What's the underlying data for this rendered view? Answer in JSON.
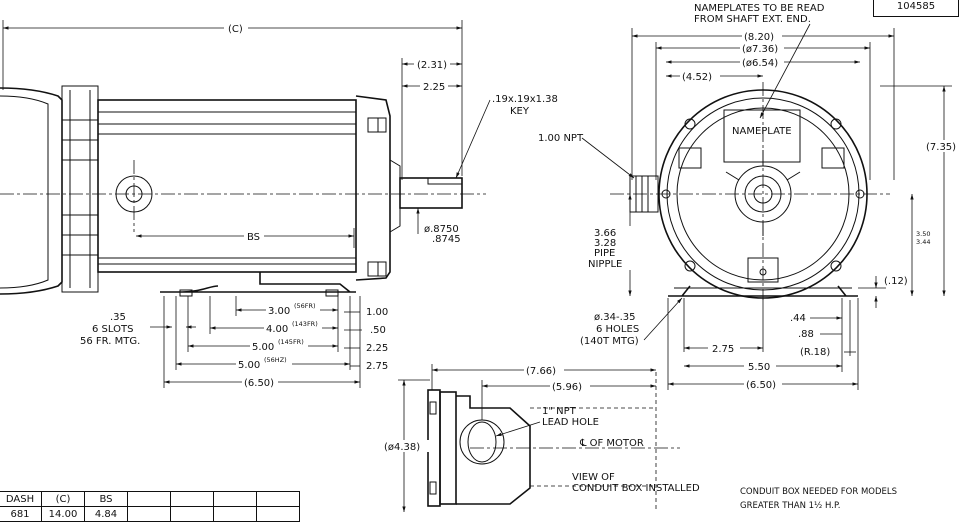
{
  "drawing_number": "104585",
  "side_view": {
    "overall_length": "(C)",
    "shaft_ext": "(2.31)",
    "shaft_len": "2.25",
    "key": ".19x.19x1.38",
    "key_word": "KEY",
    "shaft_dia_label": "ø.8750",
    "shaft_dia_label2": ".8745",
    "bs": "BS",
    "slots_1": ".35",
    "slots_2": "6 SLOTS",
    "slots_3": "56 FR. MTG.",
    "dim_300": "3.00",
    "dim_300_note": "(56FR)",
    "dim_400": "4.00",
    "dim_400_note": "(143FR)",
    "dim_500a": "5.00",
    "dim_500a_note": "(145FR)",
    "dim_500b": "5.00",
    "dim_500b_note": "(56HZ)",
    "dim_650": "(6.50)",
    "dim_100": "1.00",
    "dim_50": ".50",
    "dim_225": "2.25",
    "dim_275": "2.75"
  },
  "end_view": {
    "nameplate_note_1": "NAMEPLATES TO BE READ",
    "nameplate_note_2": "FROM SHAFT EXT. END.",
    "dim_820": "(8.20)",
    "dim_736": "(ø7.36)",
    "dim_654": "(ø6.54)",
    "dim_452": "(4.52)",
    "dim_735": "(7.35)",
    "nameplate": "NAMEPLATE",
    "npt": "1.00 NPT",
    "pipe_1": "3.66",
    "pipe_2": "3.28",
    "pipe_3": "PIPE",
    "pipe_4": "NIPPLE",
    "height_1": "3.50",
    "height_2": "3.44",
    "dim_12": "(.12)",
    "holes_1": "ø.34-.35",
    "holes_2": "6 HOLES",
    "holes_3": "(140T MTG)",
    "dim_44": ".44",
    "dim_88": ".88",
    "dim_r18": "(R.18)",
    "dim_275": "2.75",
    "dim_550": "5.50",
    "dim_650": "(6.50)"
  },
  "conduit_view": {
    "dim_766": "(7.66)",
    "dim_596": "(5.96)",
    "lead_1": "1\" NPT",
    "lead_2": "LEAD HOLE",
    "centerline": "℄ OF MOTOR",
    "dim_438": "(ø4.38)",
    "view_1": "VIEW OF",
    "view_2": "CONDUIT BOX INSTALLED",
    "note_1": "CONDUIT BOX NEEDED FOR MODELS",
    "note_2": "GREATER THAN 1½ H.P."
  },
  "table": {
    "headers": [
      "DASH",
      "(C)",
      "BS",
      "",
      "",
      "",
      ""
    ],
    "row": [
      "681",
      "14.00",
      "4.84",
      "",
      "",
      "",
      ""
    ]
  }
}
